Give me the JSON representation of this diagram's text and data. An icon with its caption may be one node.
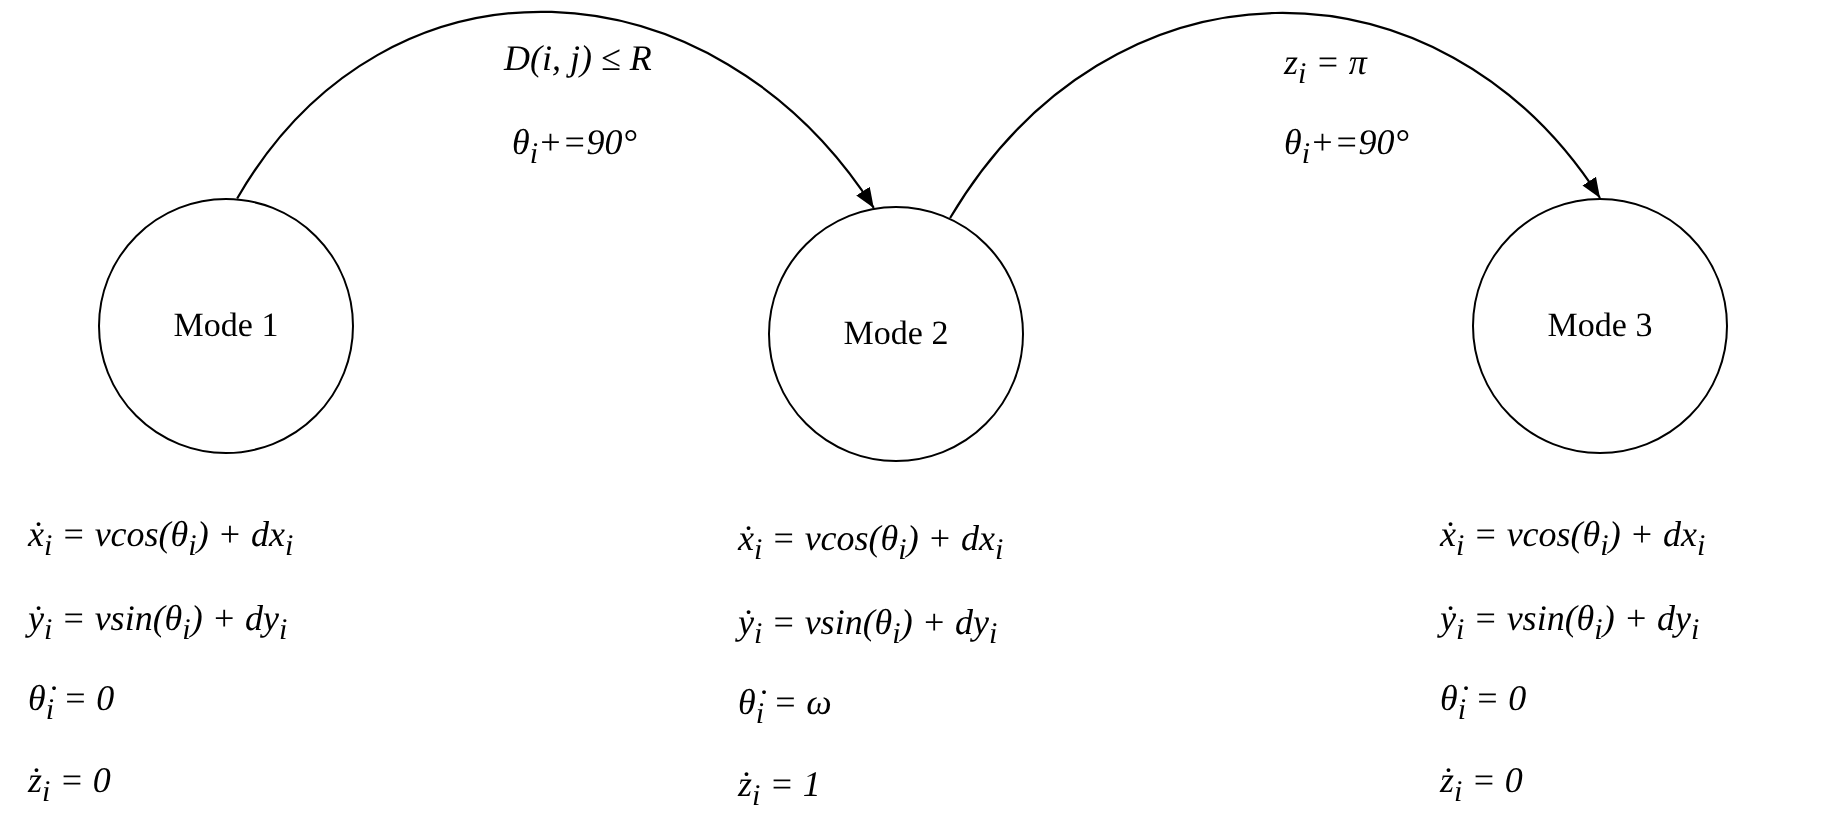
{
  "diagram": {
    "nodes": [
      {
        "text": [
          "Mode 1"
        ],
        "beside": [
          "ẋ$_{i}$ = vcos(θ$_{i}$) + dx$_{i}$",
          "ẏ$_{i}$ = vsin(θ$_{i}$) + dy$_{i}$",
          "θ̇$_{i}$ = 0",
          "ż$_{i}$ = 0"
        ]
      },
      {
        "text": [
          "Mode 2"
        ],
        "beside": [
          "ẋ$_{i}$ = vcos(θ$_{i}$) + dx$_{i}$",
          "ẏ$_{i}$ = vsin(θ$_{i}$) + dy$_{i}$",
          "θ̇$_{i}$ = ω",
          "ż$_{i}$ = 1"
        ]
      },
      {
        "text": [
          "Mode 3"
        ],
        "beside": [
          "ẋ$_{i}$ = vcos(θ$_{i}$) + dx$_{i}$",
          "ẏ$_{i}$ = vsin(θ$_{i}$) + dy$_{i}$",
          "θ̇$_{i}$ = 0",
          "ż$_{i}$ = 0"
        ]
      }
    ],
    "edges": [
      {
        "from": 0,
        "to": 1,
        "arrow": "to",
        "label": "D(i, j) ≤ R"
      },
      {
        "from": 1,
        "to": 2,
        "arrow": "to",
        "label": "z$_{i}$ = π"
      }
    ],
    "labels": [
      "θ$_{i}$+=90°",
      "θ$_{i}$+=90°"
    ]
  }
}
